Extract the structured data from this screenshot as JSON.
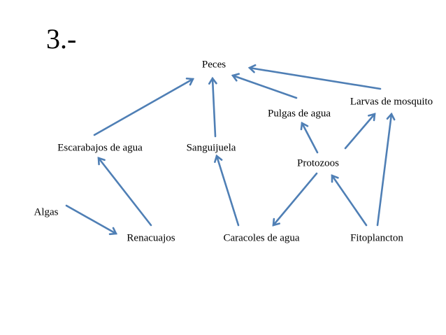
{
  "title": "3.-",
  "colors": {
    "arrow": "#4f7fb5",
    "text": "#000000",
    "background": "#ffffff"
  },
  "nodes": {
    "peces": "Peces",
    "larvas": "Larvas de mosquito",
    "pulgas": "Pulgas de agua",
    "escarabajos": "Escarabajos de agua",
    "sanguijuela": "Sanguijuela",
    "protozoos": "Protozoos",
    "algas": "Algas",
    "renacuajos": "Renacuajos",
    "caracoles": "Caracoles de agua",
    "fitoplancton": "Fitoplancton"
  },
  "edges": [
    {
      "from": "escarabajos",
      "to": "peces"
    },
    {
      "from": "sanguijuela",
      "to": "peces"
    },
    {
      "from": "pulgas",
      "to": "peces"
    },
    {
      "from": "larvas",
      "to": "peces"
    },
    {
      "from": "algas",
      "to": "renacuajos"
    },
    {
      "from": "renacuajos",
      "to": "escarabajos"
    },
    {
      "from": "caracoles",
      "to": "sanguijuela"
    },
    {
      "from": "protozoos",
      "to": "pulgas"
    },
    {
      "from": "protozoos",
      "to": "larvas"
    },
    {
      "from": "protozoos",
      "to": "caracoles"
    },
    {
      "from": "fitoplancton",
      "to": "protozoos"
    },
    {
      "from": "fitoplancton",
      "to": "larvas"
    }
  ]
}
